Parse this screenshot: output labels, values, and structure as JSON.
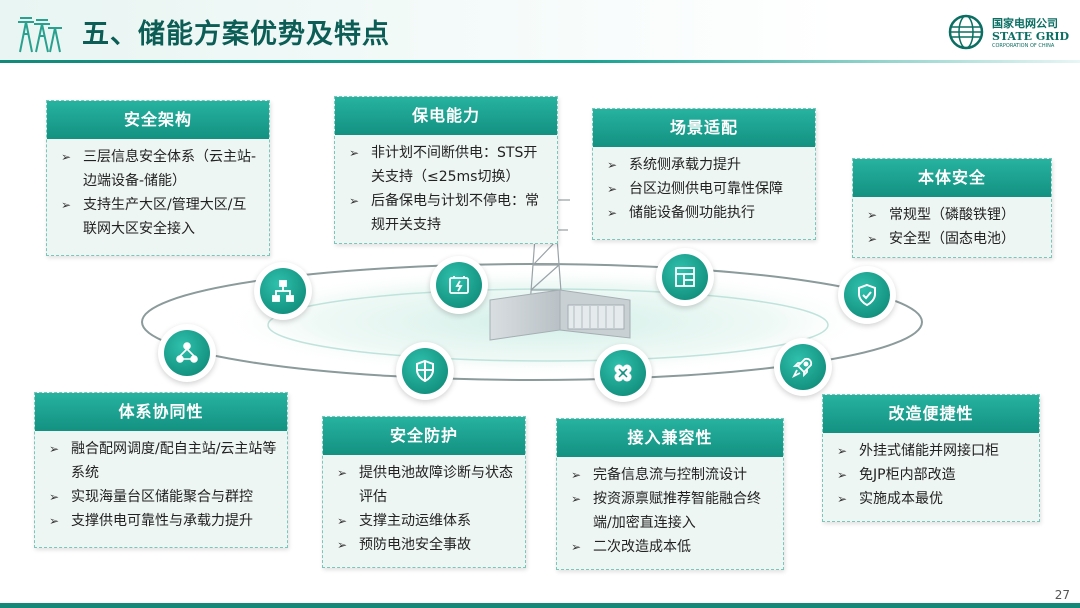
{
  "header": {
    "title": "五、储能方案优势及特点",
    "company_cn": "国家电网公司",
    "company_en": "STATE GRID",
    "company_en_sub": "CORPORATION OF CHINA"
  },
  "cards": {
    "security_arch": {
      "title": "安全架构",
      "items": [
        "三层信息安全体系（云主站-边端设备-储能）",
        "支持生产大区/管理大区/互联网大区安全接入"
      ]
    },
    "power_supply": {
      "title": "保电能力",
      "items": [
        "非计划不间断供电：STS开关支持（≤25ms切换）",
        "后备保电与计划不停电：常规开关支持"
      ]
    },
    "scenario": {
      "title": "场景适配",
      "items": [
        "系统侧承载力提升",
        "台区边侧供电可靠性保障",
        "储能设备侧功能执行"
      ]
    },
    "body_safety": {
      "title": "本体安全",
      "items": [
        "常规型（磷酸铁锂）",
        "安全型（固态电池）"
      ]
    },
    "synergy": {
      "title": "体系协同性",
      "items": [
        "融合配网调度/配自主站/云主站等系统",
        "实现海量台区储能聚合与群控",
        "支撑供电可靠性与承载力提升"
      ]
    },
    "protection": {
      "title": "安全防护",
      "items": [
        "提供电池故障诊断与状态评估",
        "支撑主动运维体系",
        "预防电池安全事故"
      ]
    },
    "compat": {
      "title": "接入兼容性",
      "items": [
        "完备信息流与控制流设计",
        "按资源禀赋推荐智能融合终端/加密直连接入",
        "二次改造成本低"
      ]
    },
    "retrofit": {
      "title": "改造便捷性",
      "items": [
        "外挂式储能并网接口柜",
        "免JP柜内部改造",
        "实施成本最优"
      ]
    }
  },
  "icons": [
    "network-icon",
    "battery-icon",
    "layout-icon",
    "shield-check-icon",
    "triangle-nodes-icon",
    "shield-icon",
    "clover-icon",
    "rocket-icon"
  ],
  "colors": {
    "accent": "#139181",
    "accent_light": "#27b2a0",
    "title_text": "#0b5d55",
    "card_bg": "#eef6f4"
  },
  "page_number": "27"
}
